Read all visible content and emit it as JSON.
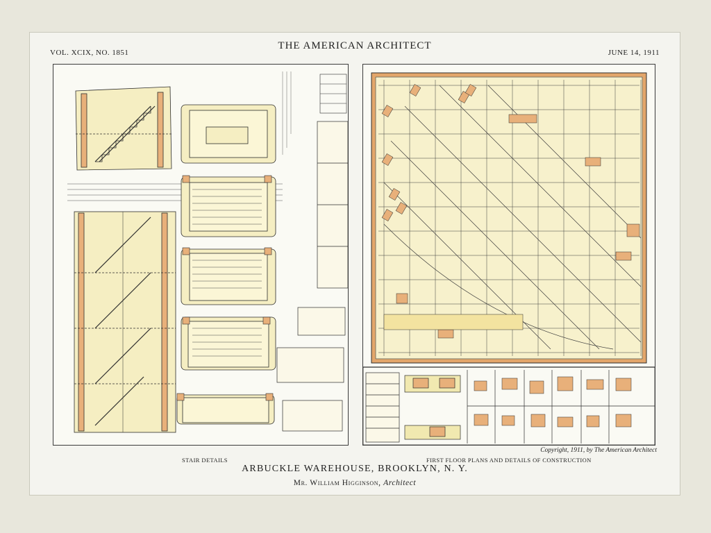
{
  "header": {
    "volume": "VOL. XCIX, NO. 1851",
    "title": "THE AMERICAN ARCHITECT",
    "date": "JUNE 14, 1911"
  },
  "captions": {
    "left": "STAIR DETAILS",
    "right": "FIRST FLOOR PLANS AND DETAILS OF CONSTRUCTION",
    "copyright": "Copyright, 1911, by The American Architect"
  },
  "footer": {
    "building": "ARBUCKLE WAREHOUSE, BROOKLYN, N. Y.",
    "architect_name": "Mr. William Higginson,",
    "architect_role": "Architect"
  },
  "colors": {
    "mat": "#e8e7dc",
    "paper": "#f4f4ef",
    "ink": "#2a2a2a",
    "wash_yellow": "#f3eab0",
    "wash_orange": "#e8b07a",
    "grid_line": "#3d3d3d"
  }
}
